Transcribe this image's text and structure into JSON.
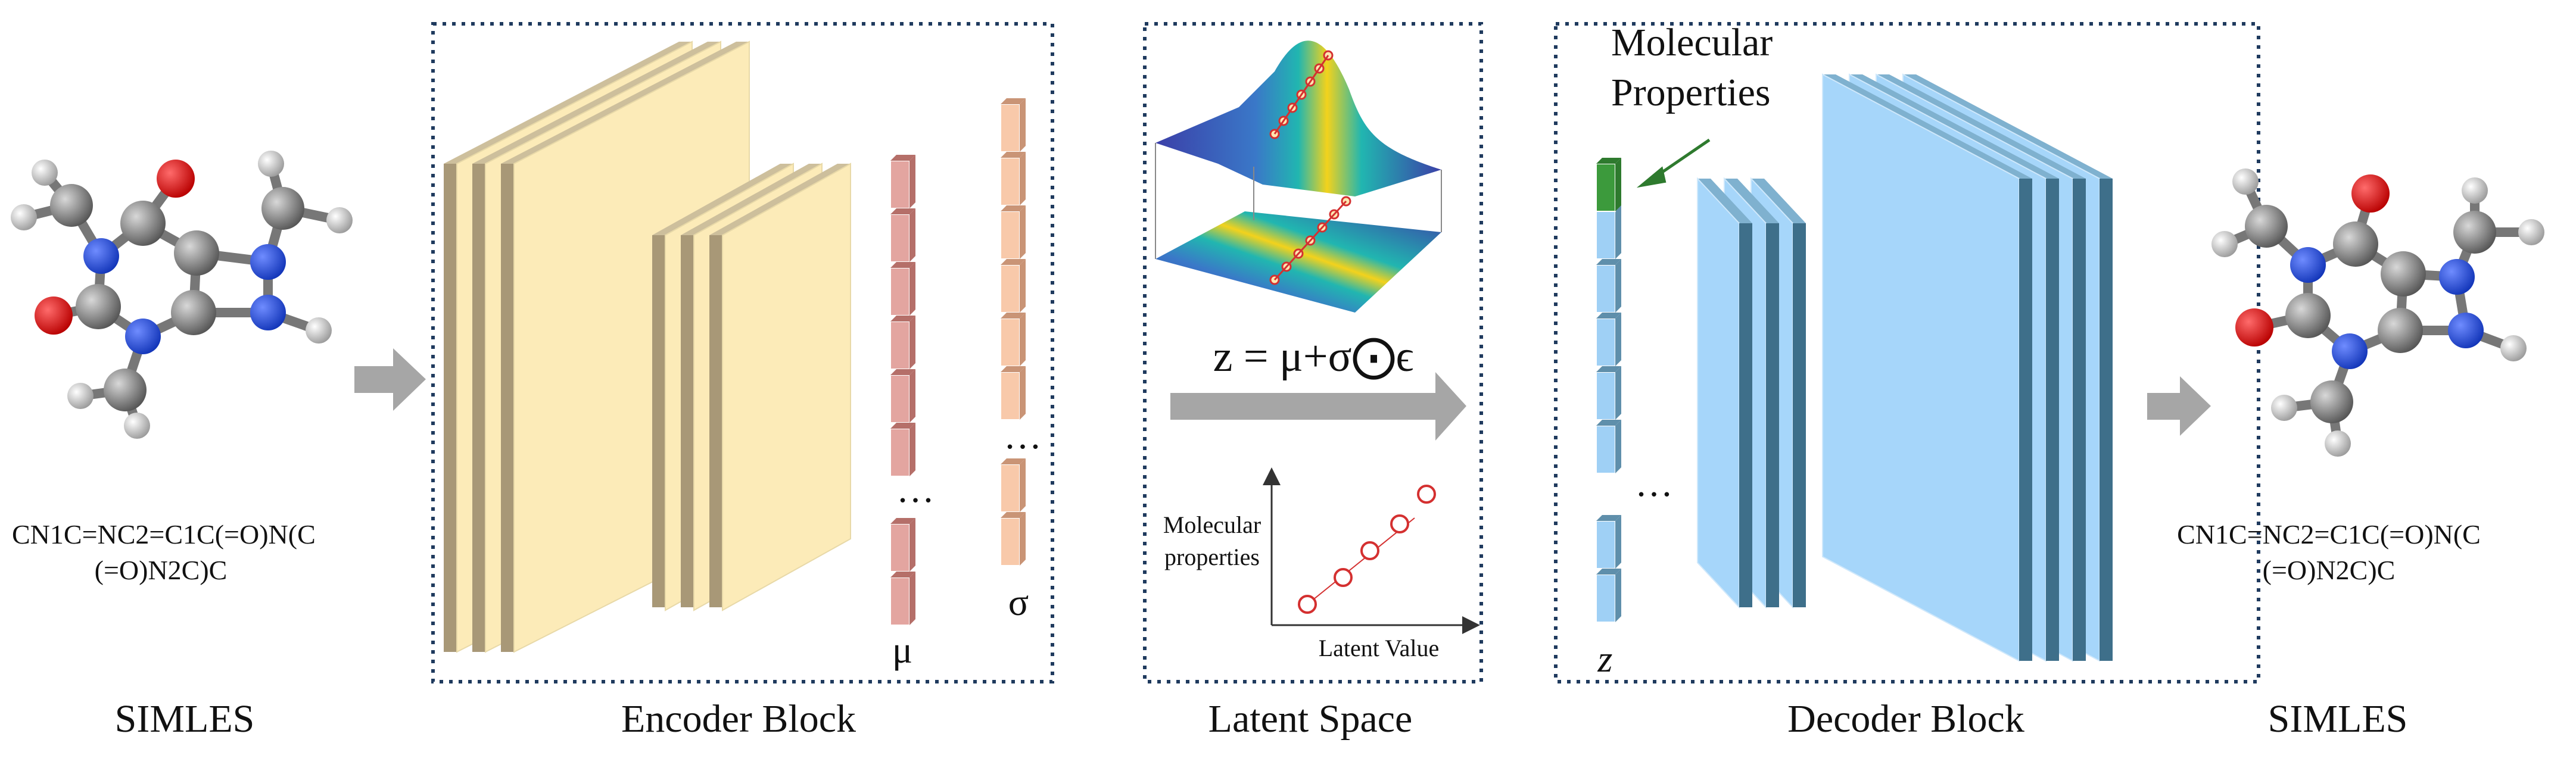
{
  "input": {
    "smiles": "CN1C=NC2=C1C(=O)N(C (=O)N2C)C",
    "caption": "SIMLES"
  },
  "encoder": {
    "caption": "Encoder Block",
    "mu_label": "μ",
    "sigma_label": "σ",
    "ellipsis": "…"
  },
  "latent": {
    "caption": "Latent Space",
    "equation": "z = μ+σ⨀ϵ",
    "plot_ylabel": "Molecular properties",
    "plot_xlabel": "Latent Value"
  },
  "decoder": {
    "caption": "Decoder Block",
    "properties_label": "Molecular Properties",
    "z_label": "z",
    "ellipsis": "…"
  },
  "output": {
    "smiles": "CN1C=NC2=C1C(=O)N(C (=O)N2C)C",
    "caption": "SIMLES"
  },
  "colors": {
    "encoder_face": "#fcebb8",
    "encoder_side": "#a89877",
    "mu_cell": "#e3a5a0",
    "sigma_cell": "#f8c9aa",
    "decoder_face": "#a6d6fa",
    "decoder_side": "#3e6f8a",
    "z_cell": "#5f8fab",
    "property_cell": "#2e7a2e",
    "arrow": "#a6a6a6",
    "box_border": "#1f3a5e"
  }
}
